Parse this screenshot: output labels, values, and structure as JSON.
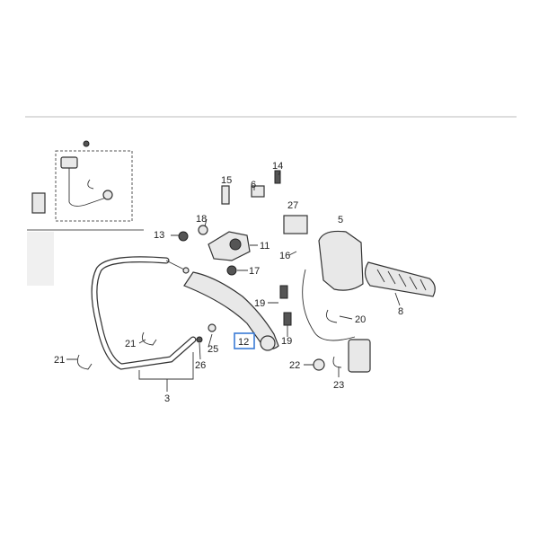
{
  "diagram": {
    "highlight_color": "#3a7bd5",
    "callouts": [
      {
        "id": "c15",
        "label": "15"
      },
      {
        "id": "c6",
        "label": "6"
      },
      {
        "id": "c14",
        "label": "14"
      },
      {
        "id": "c27",
        "label": "27"
      },
      {
        "id": "c5",
        "label": "5"
      },
      {
        "id": "c18",
        "label": "18"
      },
      {
        "id": "c13",
        "label": "13"
      },
      {
        "id": "c11",
        "label": "11"
      },
      {
        "id": "c16",
        "label": "16"
      },
      {
        "id": "c17",
        "label": "17"
      },
      {
        "id": "c19a",
        "label": "19"
      },
      {
        "id": "c20",
        "label": "20"
      },
      {
        "id": "c8",
        "label": "8"
      },
      {
        "id": "c12",
        "label": "12"
      },
      {
        "id": "c21a",
        "label": "21"
      },
      {
        "id": "c25",
        "label": "25"
      },
      {
        "id": "c19b",
        "label": "19"
      },
      {
        "id": "c26",
        "label": "26"
      },
      {
        "id": "c21b",
        "label": "21"
      },
      {
        "id": "c22",
        "label": "22"
      },
      {
        "id": "c23",
        "label": "23"
      },
      {
        "id": "c3",
        "label": "3"
      }
    ]
  }
}
